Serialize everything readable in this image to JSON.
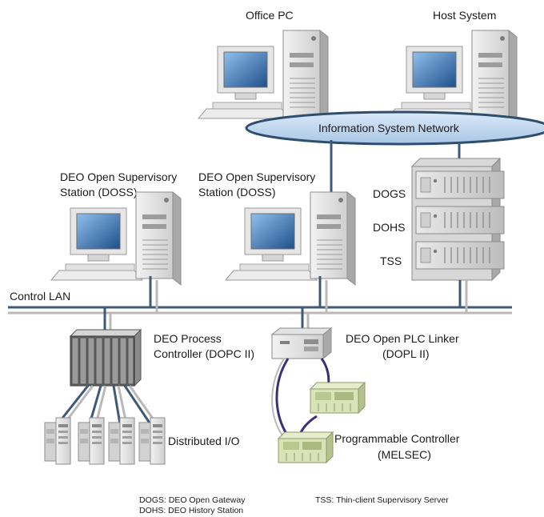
{
  "colors": {
    "network_line": "#2f4e6e",
    "network_ellipse_fill": "#c7dcf2",
    "lan_gray": "#b9b9b9",
    "lan_dark": "#3e5a78",
    "pc_body": "#e8e8e8",
    "screen": "#2f6ea8",
    "plc_green": "#cfdcae",
    "cable_purple": "#3b2f7a"
  },
  "labels": {
    "office_pc": "Office PC",
    "host_system": "Host System",
    "information_network": "Information System Network",
    "doss_left_line1": "DEO Open Supervisory",
    "doss_left_line2": "Station (DOSS)",
    "doss_right_line1": "DEO Open Supervisory",
    "doss_right_line2": "Station (DOSS)",
    "dogs": "DOGS",
    "dohs": "DOHS",
    "tss": "TSS",
    "control_lan": "Control LAN",
    "dopc_line1": "DEO Process",
    "dopc_line2": "Controller (DOPC II)",
    "dopl_line1": "DEO Open PLC Linker",
    "dopl_line2": "(DOPL II)",
    "distributed_io": "Distributed I/O",
    "plc_line1": "Programmable Controller",
    "plc_line2": "(MELSEC)"
  },
  "legend": {
    "dogs_def": "DOGS: DEO Open Gateway",
    "dohs_def": "DOHS: DEO History Station",
    "tss_def": "TSS: Thin-client Supervisory Server"
  }
}
